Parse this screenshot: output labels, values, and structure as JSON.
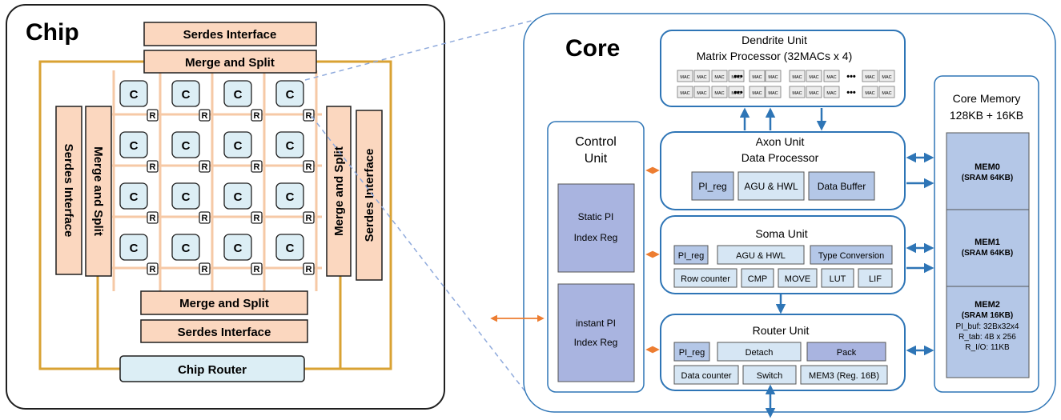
{
  "chip": {
    "title": "Chip",
    "core_label": "C",
    "router_label": "R",
    "serdes_top": "Serdes Interface",
    "merge_top": "Merge and Split",
    "serdes_left": "Serdes Interface",
    "merge_left": "Merge and Split",
    "merge_right": "Merge and Split",
    "serdes_right": "Serdes Interface",
    "merge_bottom": "Merge and Split",
    "serdes_bottom": "Serdes Interface",
    "chip_router": "Chip Router"
  },
  "core": {
    "title": "Core",
    "dendrite": {
      "title": "Dendrite Unit",
      "subtitle": "Matrix Processor (32MACs x 4)",
      "mac_label": "MAC",
      "ellipsis": "•••"
    },
    "axon": {
      "title": "Axon Unit",
      "subtitle": "Data Processor",
      "pi_reg": "PI_reg",
      "agu": "AGU & HWL",
      "buffer": "Data Buffer"
    },
    "soma": {
      "title": "Soma Unit",
      "pi_reg": "PI_reg",
      "agu": "AGU & HWL",
      "type_conv": "Type Conversion",
      "row_counter": "Row counter",
      "cmp": "CMP",
      "move": "MOVE",
      "lut": "LUT",
      "lif": "LIF"
    },
    "router": {
      "title": "Router Unit",
      "pi_reg": "PI_reg",
      "detach": "Detach",
      "pack": "Pack",
      "data_counter": "Data counter",
      "switch": "Switch",
      "mem3": "MEM3 (Reg. 16B)"
    },
    "control": {
      "title_line1": "Control",
      "title_line2": "Unit",
      "static_line1": "Static PI",
      "static_line2": "Index Reg",
      "instant_line1": "instant PI",
      "instant_line2": "Index Reg"
    },
    "memory": {
      "title_line1": "Core Memory",
      "title_line2": "128KB + 16KB",
      "mem0_line1": "MEM0",
      "mem0_line2": "(SRAM 64KB)",
      "mem1_line1": "MEM1",
      "mem1_line2": "(SRAM 64KB)",
      "mem2_line1": "MEM2",
      "mem2_line2": "(SRAM 16KB)",
      "mem2_detail1": "PI_buf: 32Bx32x4",
      "mem2_detail2": "R_tab: 4B x 256",
      "mem2_detail3": "R_I/O: 11KB"
    }
  },
  "colors": {
    "peach": "#fbd7bf",
    "peach_border": "#1f1f1f",
    "core_fill": "#dceef5",
    "grid_line": "#f6c9a6",
    "gold": "#d9a233",
    "blue_border": "#2e75b6",
    "light_blue": "#d6e6f4",
    "mid_blue": "#b4c7e7",
    "violet": "#a9b4e0",
    "arrow_blue": "#2e75b6",
    "arrow_orange": "#ed7d31",
    "dash": "#8faadc"
  }
}
